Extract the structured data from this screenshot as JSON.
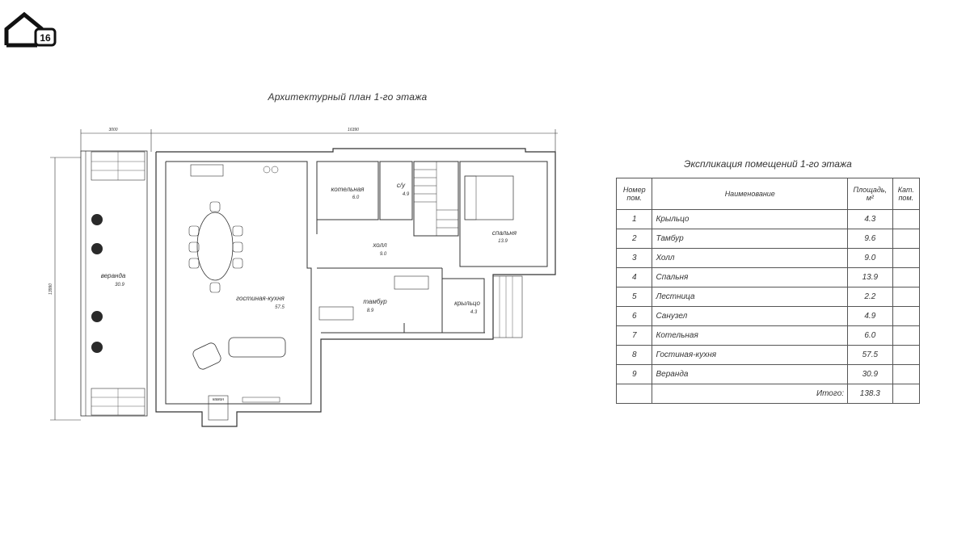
{
  "logo": {
    "text": "16"
  },
  "plan": {
    "title": "Архитектурный план 1-го этажа",
    "dimensions": {
      "top_left": "3000",
      "top_main": "16390",
      "left_height": "13990"
    },
    "rooms": [
      {
        "label": "веранда",
        "area": "30.9"
      },
      {
        "label": "гостиная-кухня",
        "area": "57.5"
      },
      {
        "label": "котельная",
        "area": "6.0"
      },
      {
        "label": "с/у",
        "area": "4.9"
      },
      {
        "label": "спальня",
        "area": "13.9"
      },
      {
        "label": "холл",
        "area": "9.0"
      },
      {
        "label": "тамбур",
        "area": "8.9"
      },
      {
        "label": "крыльцо",
        "area": "4.3"
      }
    ],
    "fireplace_label": "камин"
  },
  "explication": {
    "title": "Экспликация помещений 1-го этажа",
    "headers": {
      "num": "Номер пом.",
      "name": "Наименование",
      "area": "Площадь, м²",
      "cat": "Кат. пом."
    },
    "rows": [
      {
        "num": "1",
        "name": "Крыльцо",
        "area": "4.3"
      },
      {
        "num": "2",
        "name": "Тамбур",
        "area": "9.6"
      },
      {
        "num": "3",
        "name": "Холл",
        "area": "9.0"
      },
      {
        "num": "4",
        "name": "Спальня",
        "area": "13.9"
      },
      {
        "num": "5",
        "name": "Лестница",
        "area": "2.2"
      },
      {
        "num": "6",
        "name": "Санузел",
        "area": "4.9"
      },
      {
        "num": "7",
        "name": "Котельная",
        "area": "6.0"
      },
      {
        "num": "8",
        "name": "Гостиная-кухня",
        "area": "57.5"
      },
      {
        "num": "9",
        "name": "Веранда",
        "area": "30.9"
      }
    ],
    "total_label": "Итого:",
    "total_value": "138.3"
  }
}
